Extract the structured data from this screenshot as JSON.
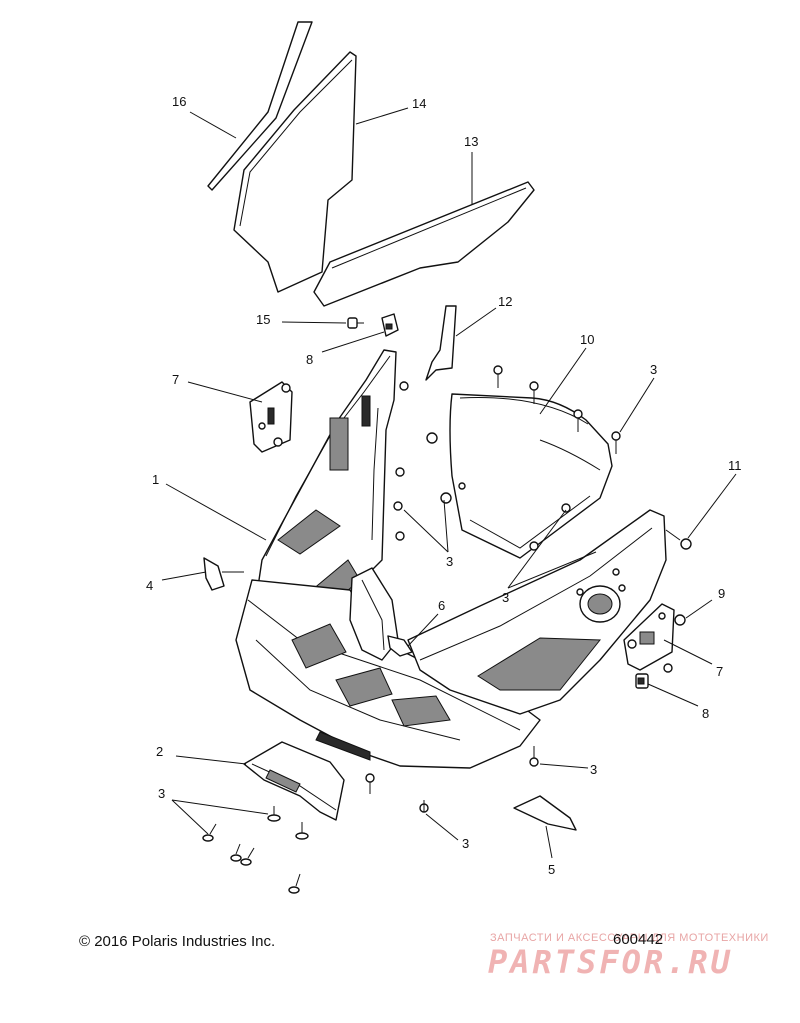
{
  "callouts": [
    {
      "id": "c16",
      "text": "16"
    },
    {
      "id": "c14",
      "text": "14"
    },
    {
      "id": "c13",
      "text": "13"
    },
    {
      "id": "c15",
      "text": "15"
    },
    {
      "id": "c12",
      "text": "12"
    },
    {
      "id": "c8a",
      "text": "8"
    },
    {
      "id": "c10",
      "text": "10"
    },
    {
      "id": "c7a",
      "text": "7"
    },
    {
      "id": "c3a",
      "text": "3"
    },
    {
      "id": "c11",
      "text": "11"
    },
    {
      "id": "c1",
      "text": "1"
    },
    {
      "id": "c3b",
      "text": "3"
    },
    {
      "id": "c4",
      "text": "4"
    },
    {
      "id": "c3c",
      "text": "3"
    },
    {
      "id": "c6",
      "text": "6"
    },
    {
      "id": "c9",
      "text": "9"
    },
    {
      "id": "c7b",
      "text": "7"
    },
    {
      "id": "c8b",
      "text": "8"
    },
    {
      "id": "c2",
      "text": "2"
    },
    {
      "id": "c3d",
      "text": "3"
    },
    {
      "id": "c3e",
      "text": "3"
    },
    {
      "id": "c3f",
      "text": "3"
    },
    {
      "id": "c5",
      "text": "5"
    }
  ],
  "footer": {
    "copyright": "© 2016 Polaris Industries Inc.",
    "part_number": "600442"
  },
  "watermark": {
    "tagline": "ЗАПЧАСТИ И АКСЕССУАРЫ ДЛЯ МОТОТЕХНИКИ",
    "brand": "PARTSFOR.RU"
  }
}
